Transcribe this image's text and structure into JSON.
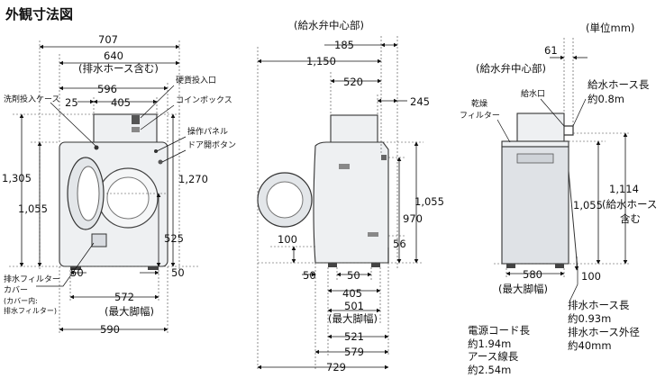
{
  "title": "外観寸法図",
  "unit": "(単位mm)",
  "front": {
    "top_width": "707",
    "hose_width": "640",
    "hose_note": "(排水ホース含む)",
    "width_596": "596",
    "width_405": "405",
    "offset_25": "25",
    "height_1305": "1,305",
    "height_1055": "1,055",
    "height_1270": "1,270",
    "height_525": "525",
    "bottom_left_50": "50",
    "bottom_right_50": "50",
    "feet_572": "572",
    "feet_note": "(最大脚幅)",
    "base_590": "590",
    "label_detergent": "洗剤投入ケース",
    "label_coin_slot": "硬貨投入口",
    "label_coin_box": "コインボックス",
    "label_panel": "操作パネル",
    "label_door_button": "ドア開ボタン",
    "label_filter_cover_1": "排水フィルター",
    "label_filter_cover_2": "カバー",
    "label_filter_cover_3": "(カバー内:",
    "label_filter_cover_4": "排水フィルター)"
  },
  "side": {
    "water_valve_center": "(給水弁中心部)",
    "d185": "185",
    "d1150": "1,150",
    "d520": "520",
    "d245": "245",
    "d1055": "1,055",
    "d970": "970",
    "d100": "100",
    "d56": "56",
    "d50_left": "50",
    "d50_right": "50",
    "d405": "405",
    "d501": "501",
    "d501_note": "(最大脚幅)",
    "d521": "521",
    "d579": "579",
    "d729": "729"
  },
  "back": {
    "water_valve_center": "(給水弁中心部)",
    "d61": "61",
    "label_dry_filter_1": "乾燥",
    "label_dry_filter_2": "フィルター",
    "label_inlet": "給水口",
    "hose_len_1": "給水ホース長",
    "hose_len_2": "約0.8m",
    "d1055": "1,055",
    "d1114": "1,114",
    "d1114_note_1": "(給水ホース",
    "d1114_note_2": "含む",
    "d580": "580",
    "d580_note": "(最大脚幅)",
    "d100": "100",
    "drain_len_1": "排水ホース長",
    "drain_len_2": "約0.93m",
    "drain_dia_1": "排水ホース外径",
    "drain_dia_2": "約40mm",
    "cord_1": "電源コード長",
    "cord_2": "約1.94m",
    "earth_1": "アース線長",
    "earth_2": "約2.54m"
  }
}
